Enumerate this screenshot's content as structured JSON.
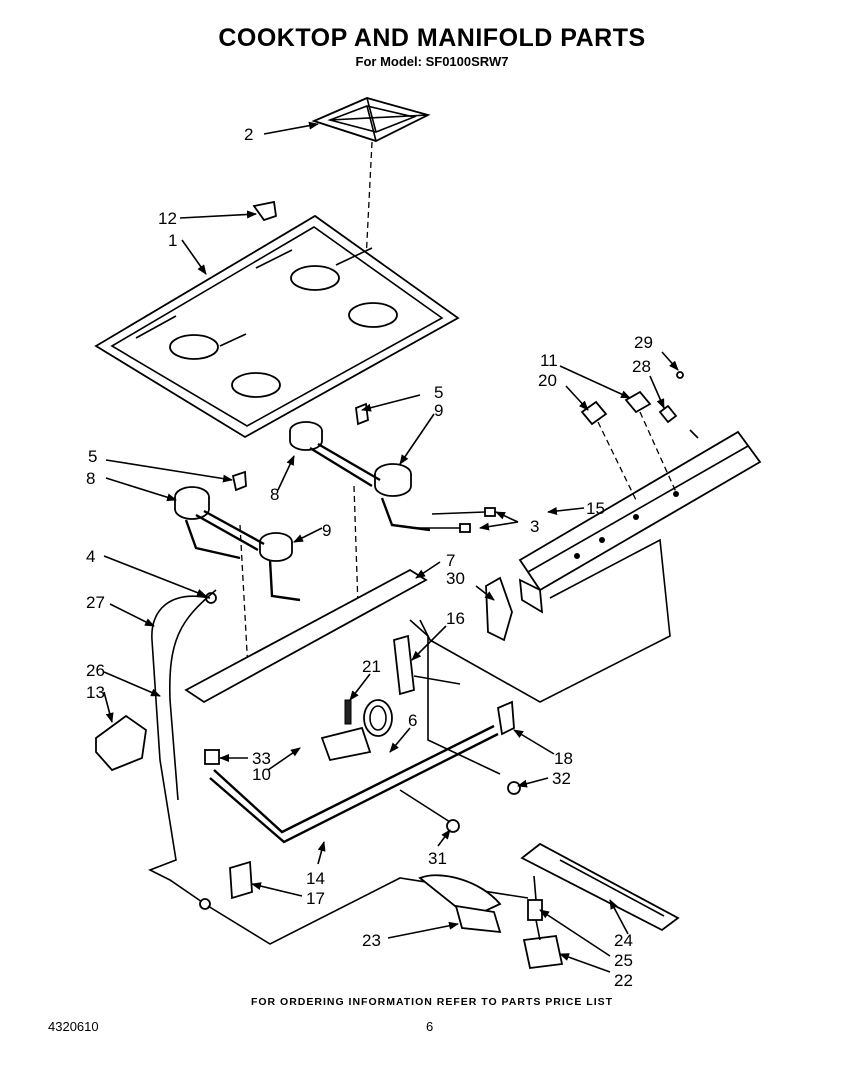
{
  "title": "COOKTOP AND MANIFOLD PARTS",
  "subtitle": "For Model: SF0100SRW7",
  "footer_note": "FOR ORDERING INFORMATION REFER TO PARTS PRICE LIST",
  "doc_number": "4320610",
  "page_number": "6",
  "callouts": {
    "c1": "1",
    "c2": "2",
    "c3": "3",
    "c4": "4",
    "c5a": "5",
    "c5b": "5",
    "c6": "6",
    "c7": "7",
    "c8a": "8",
    "c8b": "8",
    "c9a": "9",
    "c9b": "9",
    "c10": "10",
    "c11": "11",
    "c12": "12",
    "c13": "13",
    "c14": "14",
    "c15": "15",
    "c16": "16",
    "c17": "17",
    "c18": "18",
    "c20": "20",
    "c21": "21",
    "c22": "22",
    "c23": "23",
    "c24": "24",
    "c25": "25",
    "c26": "26",
    "c27": "27",
    "c28": "28",
    "c29": "29",
    "c30": "30",
    "c31": "31",
    "c32": "32",
    "c33": "33"
  }
}
